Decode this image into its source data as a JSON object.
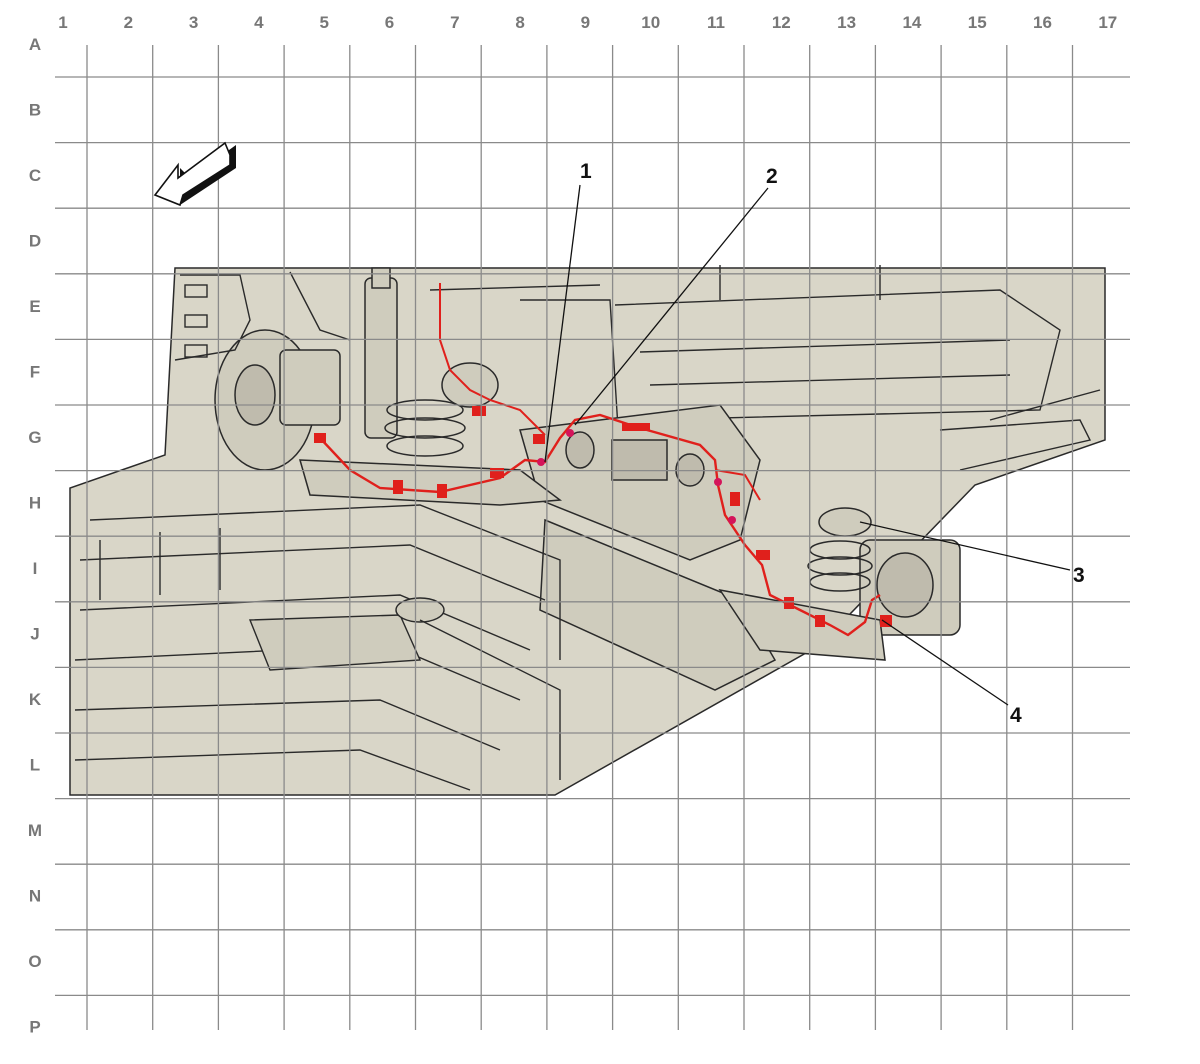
{
  "grid": {
    "columns": [
      "1",
      "2",
      "3",
      "4",
      "5",
      "6",
      "7",
      "8",
      "9",
      "10",
      "11",
      "12",
      "13",
      "14",
      "15",
      "16",
      "17"
    ],
    "rows": [
      "A",
      "B",
      "C",
      "D",
      "E",
      "F",
      "G",
      "H",
      "I",
      "J",
      "K",
      "L",
      "M",
      "N",
      "O",
      "P"
    ]
  },
  "callouts": [
    {
      "id": "1",
      "label": "1"
    },
    {
      "id": "2",
      "label": "2"
    },
    {
      "id": "3",
      "label": "3"
    },
    {
      "id": "4",
      "label": "4"
    }
  ],
  "colors": {
    "grid_line": "#8a8a8a",
    "grid_label": "#777777",
    "illustration_fill": "#d9d6c8",
    "illustration_stroke": "#2a2a2a",
    "harness": "#e0201c",
    "connector": "#d4145a",
    "leader": "#111111"
  },
  "icons": [
    "direction-arrow-icon"
  ]
}
